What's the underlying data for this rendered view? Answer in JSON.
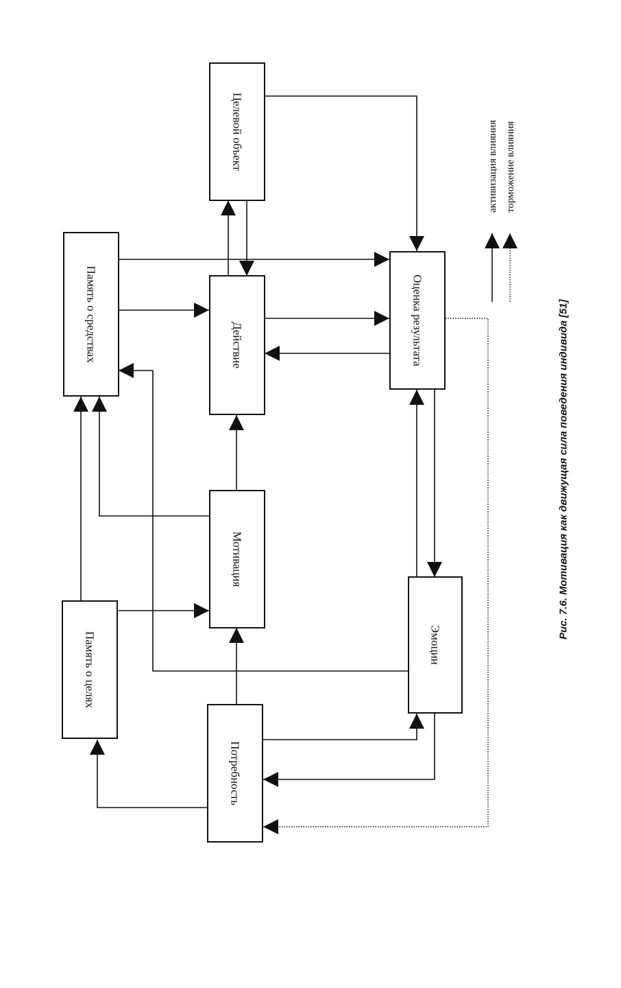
{
  "diagram": {
    "nodes": {
      "target_object": "Целевой объект",
      "memory_means": "Память о средствах",
      "action": "Действие",
      "result_evaluation": "Оценка результата",
      "motivation": "Мотивация",
      "memory_goals": "Память о целях",
      "emotions": "Эмоции",
      "need": "Потребность"
    },
    "edges": [
      {
        "from": "target_object",
        "to": "result_evaluation",
        "type": "activation"
      },
      {
        "from": "action",
        "to": "target_object",
        "type": "activation"
      },
      {
        "from": "target_object",
        "to": "action",
        "type": "activation"
      },
      {
        "from": "memory_means",
        "to": "result_evaluation",
        "type": "activation"
      },
      {
        "from": "memory_means",
        "to": "action",
        "type": "activation"
      },
      {
        "from": "action",
        "to": "result_evaluation",
        "type": "activation"
      },
      {
        "from": "result_evaluation",
        "to": "action",
        "type": "activation"
      },
      {
        "from": "motivation",
        "to": "action",
        "type": "activation"
      },
      {
        "from": "motivation",
        "to": "memory_means",
        "type": "activation"
      },
      {
        "from": "memory_goals",
        "to": "memory_means",
        "type": "activation"
      },
      {
        "from": "emotions",
        "to": "memory_means",
        "type": "activation"
      },
      {
        "from": "memory_goals",
        "to": "motivation",
        "type": "activation"
      },
      {
        "from": "need",
        "to": "motivation",
        "type": "activation"
      },
      {
        "from": "emotions",
        "to": "result_evaluation",
        "type": "activation"
      },
      {
        "from": "result_evaluation",
        "to": "emotions",
        "type": "activation"
      },
      {
        "from": "need",
        "to": "emotions",
        "type": "activation"
      },
      {
        "from": "emotions",
        "to": "need",
        "type": "activation"
      },
      {
        "from": "need",
        "to": "memory_goals",
        "type": "activation"
      },
      {
        "from": "result_evaluation",
        "to": "need",
        "type": "inhibition"
      }
    ]
  },
  "legend": {
    "activation": "активизация влияния",
    "inhibition": "торможение влияния"
  },
  "caption": "Рис. 7.6. Мотивация как движущая сила поведения индивида [51]"
}
